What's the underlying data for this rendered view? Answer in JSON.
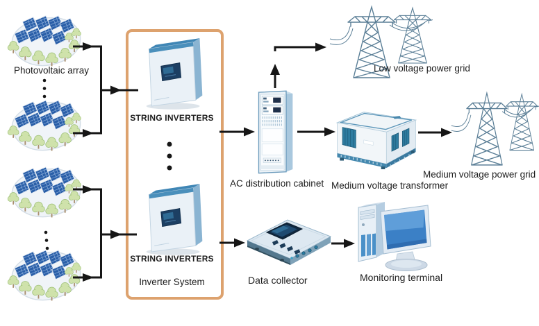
{
  "palette": {
    "accent_orange": "#DDA26E",
    "arrow_black": "#161616",
    "solar_panel_blue": "#2A5FA8",
    "device_light_blue": "#EAF1F7",
    "device_frame_blue": "#6D9CBD",
    "screen_navy": "#1C3F63",
    "door_teal": "#2E7CA0",
    "tree_green": "#CFE2AB",
    "tower_steel": "#5A7E96"
  },
  "nodes": {
    "photovoltaic_array": {
      "label": "Photovoltaic array"
    },
    "string_inverters_top": {
      "label": "STRING INVERTERS"
    },
    "string_inverters_bottom": {
      "label": "STRING INVERTERS"
    },
    "inverter_system": {
      "label": "Inverter System"
    },
    "ac_distribution_cabinet": {
      "label": "AC distribution cabinet"
    },
    "low_voltage_power_grid": {
      "label": "Low voltage power grid"
    },
    "medium_voltage_transformer": {
      "label": "Medium voltage transformer"
    },
    "medium_voltage_power_grid": {
      "label": "Medium voltage power grid"
    },
    "data_collector": {
      "label": "Data collector"
    },
    "monitoring_terminal": {
      "label": "Monitoring terminal"
    }
  },
  "edges": [
    {
      "from": "Photovoltaic array (1)",
      "to": "String inverters (top)"
    },
    {
      "from": "Photovoltaic array (2)",
      "to": "String inverters (top)"
    },
    {
      "from": "Photovoltaic array (3)",
      "to": "String inverters (bottom)"
    },
    {
      "from": "Photovoltaic array (4)",
      "to": "String inverters (bottom)"
    },
    {
      "from": "String inverters (top)",
      "to": "AC distribution cabinet"
    },
    {
      "from": "AC distribution cabinet",
      "to": "Low voltage power grid"
    },
    {
      "from": "AC distribution cabinet",
      "to": "Medium voltage transformer"
    },
    {
      "from": "Medium voltage transformer",
      "to": "Medium voltage power grid"
    },
    {
      "from": "String inverters (bottom)",
      "to": "Data collector"
    },
    {
      "from": "Data collector",
      "to": "Monitoring terminal"
    }
  ]
}
